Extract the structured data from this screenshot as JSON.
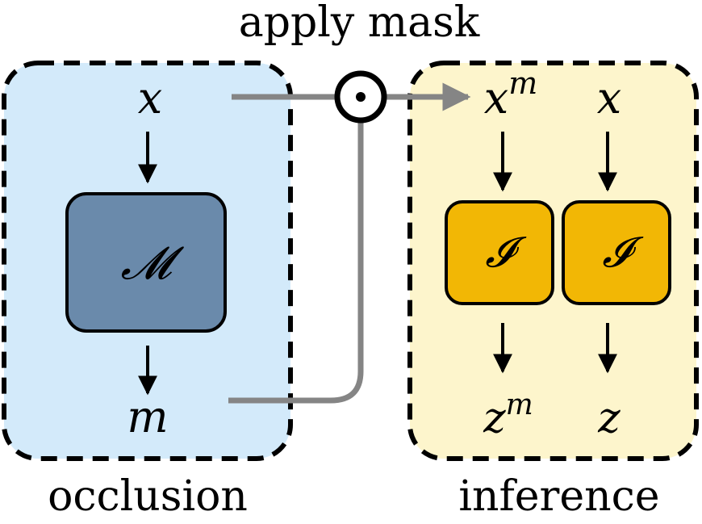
{
  "title": "apply mask",
  "occlusion": {
    "label": "occlusion",
    "input": "x",
    "module": "𝓜",
    "output": "m",
    "bg_color": "#d3eafa",
    "module_color": "#6a8aab"
  },
  "operator": "⊙",
  "inference": {
    "label": "inference",
    "inputs": [
      {
        "base": "x",
        "sup": "m"
      },
      {
        "base": "x",
        "sup": ""
      }
    ],
    "modules": [
      "𝓘",
      "𝓘"
    ],
    "outputs": [
      {
        "base": "z",
        "sup": "m"
      },
      {
        "base": "z",
        "sup": ""
      }
    ],
    "bg_color": "#fdf5cc",
    "module_color": "#f2b705"
  },
  "colors": {
    "connector": "#858585",
    "border": "#000000"
  }
}
